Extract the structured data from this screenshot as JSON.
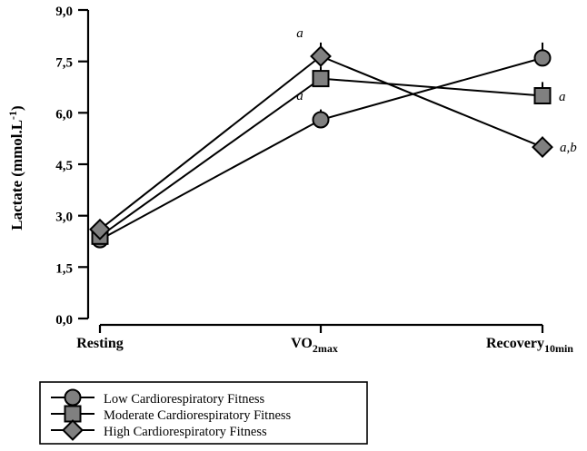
{
  "chart_data": {
    "type": "line",
    "title": "",
    "xlabel": "",
    "ylabel": "Lactate (mmol.L",
    "ylabel_sup": "-1",
    "ylabel_tail": ")",
    "categories": [
      "Resting",
      "VO2max",
      "Recovery10min"
    ],
    "category_labels": [
      {
        "main": "Resting",
        "sub": ""
      },
      {
        "main": "VO",
        "sub": "2max"
      },
      {
        "main": "Recovery",
        "sub": "10min"
      }
    ],
    "ylim": [
      0.0,
      9.0
    ],
    "ytick_values": [
      0.0,
      1.5,
      3.0,
      4.5,
      6.0,
      7.5,
      9.0
    ],
    "ytick_labels": [
      "0,0",
      "1,5",
      "3,0",
      "4,5",
      "6,0",
      "7,5",
      "9,0"
    ],
    "grid": false,
    "legend_position": "below-left",
    "series": [
      {
        "name": "Low Cardiorespiratory Fitness",
        "marker": "circle",
        "color": "#808080",
        "values": [
          2.3,
          5.8,
          7.6
        ],
        "errors": [
          0.15,
          0.3,
          0.45
        ]
      },
      {
        "name": "Moderate Cardiorespiratory Fitness",
        "marker": "square",
        "color": "#808080",
        "values": [
          2.4,
          7.0,
          6.5
        ],
        "errors": [
          0.12,
          0.35,
          0.4
        ]
      },
      {
        "name": "High Cardiorespiratory Fitness",
        "marker": "diamond",
        "color": "#808080",
        "values": [
          2.6,
          7.65,
          5.0
        ],
        "errors": [
          0.12,
          0.4,
          0.3
        ]
      }
    ],
    "annotations": [
      {
        "text": "a",
        "series": "High Cardiorespiratory Fitness",
        "category": "VO2max"
      },
      {
        "text": "a",
        "series": "Moderate Cardiorespiratory Fitness",
        "category": "VO2max"
      },
      {
        "text": "a",
        "series": "Moderate Cardiorespiratory Fitness",
        "category": "Recovery10min"
      },
      {
        "text": "a,b",
        "series": "High Cardiorespiratory Fitness",
        "category": "Recovery10min"
      }
    ]
  },
  "legend": {
    "items": [
      {
        "label": "Low Cardiorespiratory Fitness",
        "marker": "circle"
      },
      {
        "label": "Moderate Cardiorespiratory Fitness",
        "marker": "square"
      },
      {
        "label": "High Cardiorespiratory Fitness",
        "marker": "diamond"
      }
    ]
  },
  "colors": {
    "marker_fill": "#808080",
    "stroke": "#000000",
    "background": "#ffffff"
  }
}
